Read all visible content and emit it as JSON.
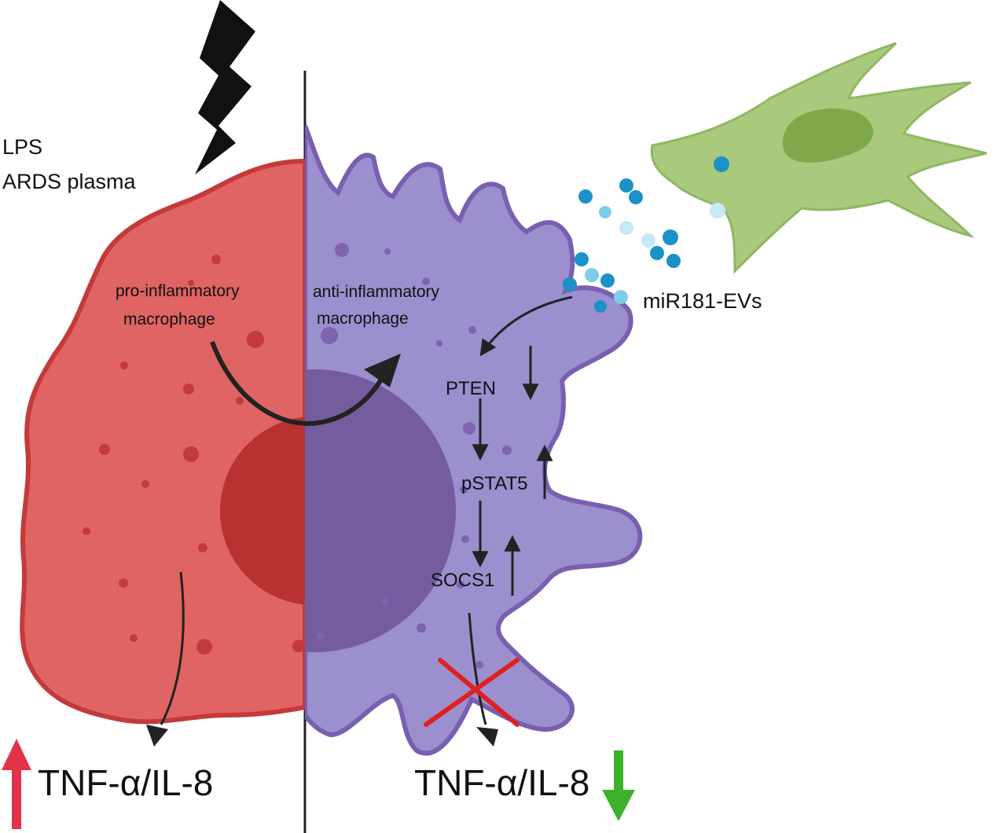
{
  "stimulus": {
    "line1": "LPS",
    "line2": "ARDS plasma",
    "icon": "lightning-bolt-icon"
  },
  "cells": {
    "pro_label_line1": "pro-inflammatory",
    "pro_label_line2": "macrophage",
    "anti_label_line1": "anti-inflammatory",
    "anti_label_line2": "macrophage",
    "ev_label": "miR181-EVs"
  },
  "pathway": {
    "steps": [
      "PTEN",
      "pSTAT5",
      "SOCS1"
    ],
    "directions": [
      "down",
      "up",
      "up"
    ]
  },
  "outputs": {
    "left_label": "TNF-α/IL-8",
    "left_direction": "up",
    "right_label": "TNF-α/IL-8",
    "right_direction": "down"
  },
  "colors": {
    "pro_cell": "#e06464",
    "pro_cell_border": "#c43a3a",
    "pro_nucleus": "#b83232",
    "anti_cell": "#9b8fce",
    "anti_cell_border": "#7a5fb0",
    "anti_nucleus": "#755c9f",
    "msc_cell": "#a9c97c",
    "msc_nucleus": "#7fa84a",
    "vesicle": "#1a92c8",
    "up_arrow": "#e0334a",
    "down_arrow": "#3bb22a",
    "block_cross": "#e02020"
  }
}
